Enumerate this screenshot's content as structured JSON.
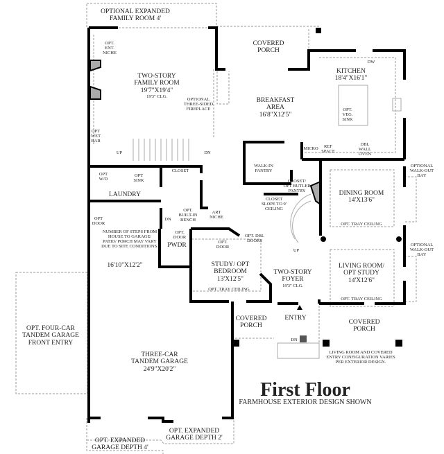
{
  "title": "First Floor",
  "subtitle": "FARMHOUSE EXTERIOR DESIGN SHOWN",
  "rooms": {
    "expanded_family": [
      "OPTIONAL EXPANDED",
      "FAMILY ROOM 4'"
    ],
    "covered_porch_rear": [
      "COVERED",
      "PORCH"
    ],
    "family_room": {
      "name": [
        "TWO-STORY",
        "FAMILY ROOM"
      ],
      "dim": "19'7\"X19'4\"",
      "ceiling": "19'3\" CLG."
    },
    "breakfast": {
      "name": [
        "BREAKFAST",
        "AREA"
      ],
      "dim": "16'8\"X12'5\""
    },
    "kitchen": {
      "name": "KITCHEN",
      "dim": "18'4\"X16'1\""
    },
    "walk_in_pantry": [
      "WALK-IN",
      "PANTRY"
    ],
    "closet_butler": [
      "CLOSET/",
      "OPT BUTLER",
      "PANTRY"
    ],
    "dining": {
      "name": "DINING ROOM",
      "dim": "14'X13'6\"",
      "ceiling": "OPT. TRAY CEILING"
    },
    "living": {
      "name": [
        "LIVING ROOM/",
        "OPT STUDY"
      ],
      "dim": "14'X12'6\"",
      "ceiling": "OPT. TRAY CEILING"
    },
    "laundry": "LAUNDRY",
    "closet": "CLOSET",
    "closet_slope": [
      "CLOSET",
      "SLOPE TO 9'",
      "CEILING"
    ],
    "pwdr": "PWDR",
    "study": {
      "name": [
        "STUDY/ OPT",
        "BEDROOM"
      ],
      "dim": "13'X12'5\"",
      "ceiling": "OPT. TRAY CEILING"
    },
    "foyer": {
      "name": [
        "TWO-STORY",
        "FOYER"
      ],
      "ceiling": "19'3\" CLG."
    },
    "entry": "ENTRY",
    "covered_porch_left": [
      "COVERED",
      "PORCH"
    ],
    "covered_porch_right": [
      "COVERED",
      "PORCH"
    ],
    "mudroom_dim": "16'10\"X12'2\"",
    "four_car": [
      "OPT. FOUR-CAR",
      "TANDEM GARAGE",
      "FRONT ENTRY"
    ],
    "garage": {
      "name": [
        "THREE-CAR",
        "TANDEM GARAGE"
      ],
      "dim": "24'9\"X20'2\""
    },
    "expanded_garage_2": [
      "OPT. EXPANDED",
      "GARAGE DEPTH 2'"
    ],
    "expanded_garage_4": [
      "OPT. EXPANDED",
      "GARAGE DEPTH 4'"
    ]
  },
  "notes": {
    "ent_niche": [
      "OPT.",
      "ENT.",
      "NICHE"
    ],
    "wet_bar": [
      "OPT",
      "WET",
      "BAR"
    ],
    "fireplace": [
      "OPTIONAL",
      "THREE-SIDED",
      "FIREPLACE"
    ],
    "up": "UP",
    "dn": "DN",
    "wd": [
      "OPT",
      "W/D"
    ],
    "sink": [
      "OPT",
      "SINK"
    ],
    "bench": [
      "OPT.",
      "BUILT-IN",
      "BENCH"
    ],
    "art_niche": [
      "ART",
      "NICHE"
    ],
    "opt_door": [
      "OPT.",
      "DOOR"
    ],
    "opt_door_garage": [
      "OPT",
      "DOOR"
    ],
    "dbl_doors": [
      "OPT. DBL",
      "DOORS"
    ],
    "steps_note": [
      "NUMBER OF STEPS FROM",
      "HOUSE TO GARAGE/",
      "PATIO/ PORCH MAY VARY",
      "DUE TO SITE CONDITIONS."
    ],
    "dw": "DW",
    "veg_sink": [
      "OPT.",
      "VEG.",
      "SINK"
    ],
    "micro": "MICRO",
    "ref": [
      "REF",
      "SPACE"
    ],
    "oven": [
      "DBL",
      "WALL",
      "OVEN"
    ],
    "walkout_bay": [
      "OPTIONAL",
      "WALK-OUT",
      "BAY"
    ],
    "entry_config": [
      "LIVING ROOM AND COVERED",
      "ENTRY CONFIGURATION VARIES",
      "PER EXTERIOR DESIGN."
    ]
  }
}
